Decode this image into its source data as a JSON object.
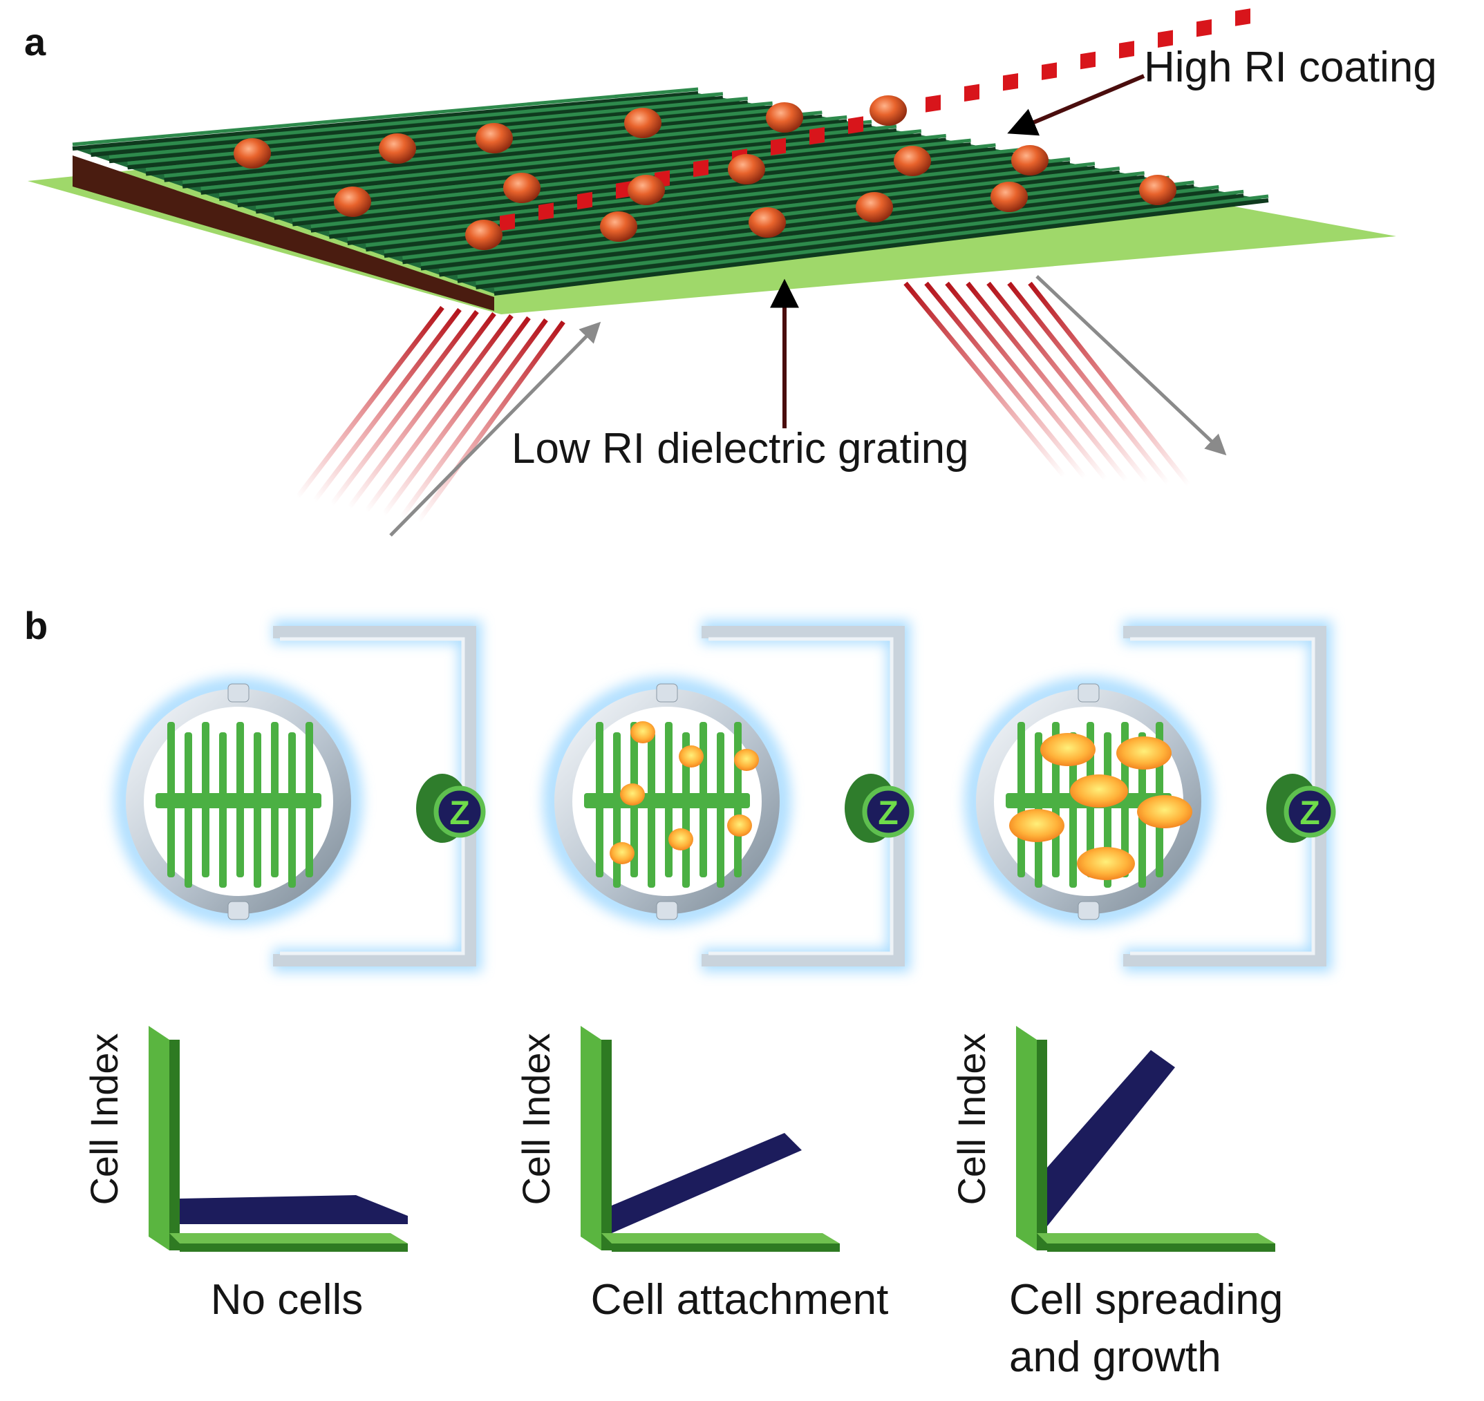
{
  "panel_a": {
    "letter": "a",
    "label_top": "High RI coating",
    "label_bottom": "Low RI dielectric grating"
  },
  "panel_b": {
    "letter": "b",
    "axis_label": "Cell Index",
    "sensor_symbol": "Z",
    "stages": [
      {
        "caption_lines": [
          "No cells"
        ],
        "cell_index_level": "flat"
      },
      {
        "caption_lines": [
          "Cell attachment"
        ],
        "cell_index_level": "moderate rise"
      },
      {
        "caption_lines": [
          "Cell spreading",
          "and growth"
        ],
        "cell_index_level": "steep rise"
      }
    ]
  },
  "colors": {
    "grating_green": "#1f6b3a",
    "substrate_green": "#9fd86a",
    "red_layer": "#d8151b",
    "cell_orange": "#e8632c",
    "electrode_green": "#4bb043",
    "curve_navy": "#1c1c5c",
    "ring_glow": "#9fd8ff"
  }
}
